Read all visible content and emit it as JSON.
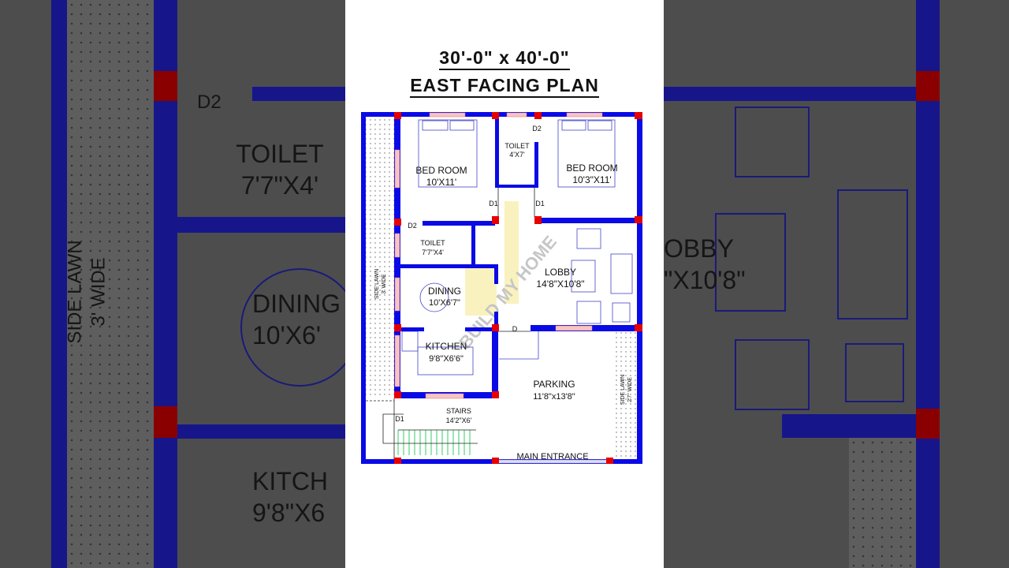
{
  "title": {
    "line1": "30'-0\" x 40'-0\"",
    "line2": "EAST FACING PLAN"
  },
  "colors": {
    "wall": "#0a0ae6",
    "column": "#e60000",
    "window": "#f2a0a0",
    "stairs": "#33cc66",
    "watermark": "#f7e98a"
  },
  "watermark": "BUILD MY HOME",
  "rooms": {
    "bedroom1": {
      "name": "BED ROOM",
      "size": "10'X11'"
    },
    "toilet_top": {
      "name": "TOILET",
      "size": "4'X7'"
    },
    "bedroom2": {
      "name": "BED ROOM",
      "size": "10'3\"X11'"
    },
    "toilet2": {
      "name": "TOILET",
      "size": "7'7\"X4'"
    },
    "lobby": {
      "name": "LOBBY",
      "size": "14'8\"X10'8\""
    },
    "dining": {
      "name": "DINING",
      "size": "10'X6'7\""
    },
    "kitchen": {
      "name": "KITCHEN",
      "size": "9'8\"X6'6\""
    },
    "parking": {
      "name": "PARKING",
      "size": "11'8\"x13'8\""
    },
    "stairs": {
      "name": "STAIRS",
      "size": "14'2\"X6'"
    },
    "side_lawn_left": {
      "name": "SIDE LAWN",
      "size": "3' WIDE"
    },
    "side_lawn_right": {
      "name": "SIDE LAWN",
      "size": "2'7\" WIDE"
    },
    "main_entrance": "MAIN ENTRANCE"
  },
  "doors": {
    "d1": "D1",
    "d2": "D2",
    "d": "D"
  },
  "background": {
    "left": {
      "d2": "D2",
      "toilet": "TOILET",
      "toilet_size": "7'7\"X4'",
      "side_lawn": "SIDE LAWN",
      "side_lawn_size": "3' WIDE",
      "dining": "DINING",
      "dining_size": "10'X6'",
      "kitchen": "KITCH",
      "kitchen_size": "9'8\"X6"
    },
    "right": {
      "lobby": "OBBY",
      "lobby_size": "\"X10'8\""
    }
  }
}
